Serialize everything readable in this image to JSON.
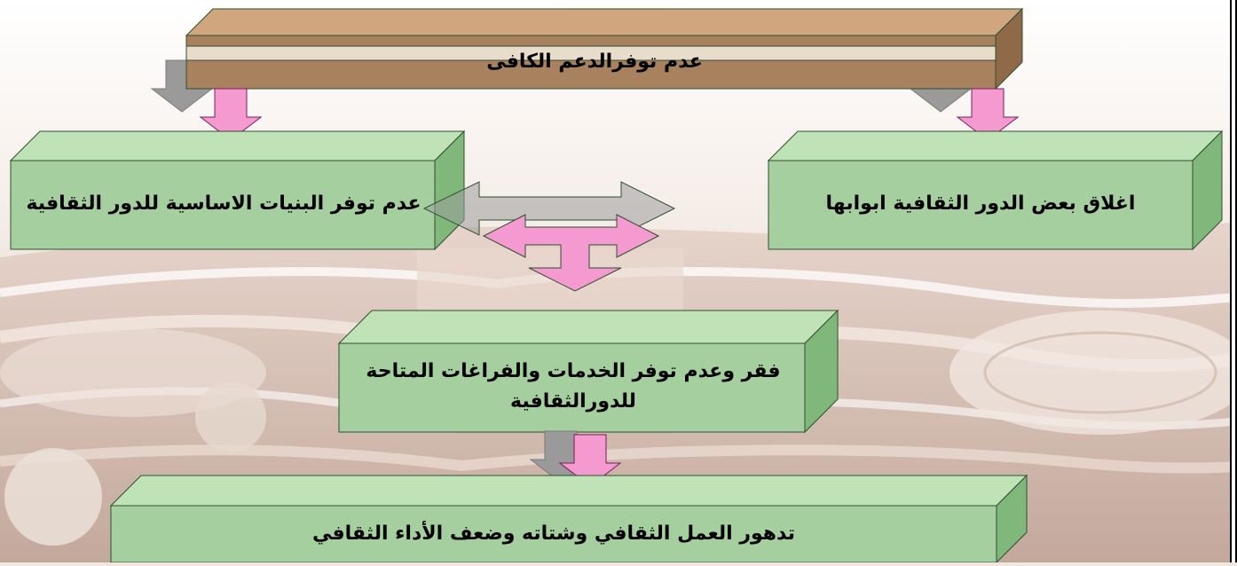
{
  "diagram": {
    "top_bar": {
      "text": "عدم توفرالدعم الكافى"
    },
    "left_box": {
      "text": "عدم توفر البنيات الاساسية للدور الثقافية"
    },
    "right_box": {
      "text": "اغلاق بعض الدور الثقافية ابوابها"
    },
    "middle_box": {
      "text": "فقر وعدم توفر  الخدمات والفراغات المتاحة للدورالثقافية"
    },
    "bottom_box": {
      "text": "تدهور العمل الثقافي وشتاته وضعف الأداء الثقافي"
    }
  },
  "colors": {
    "box_front": "#a5cf9f",
    "box_top": "#bfe3b7",
    "box_side": "#7fb87a",
    "bar_front": "#a8825f",
    "bar_top": "#cfa67e",
    "bar_stripe": "#e8dccb",
    "arrow_fill": "#f49ad0",
    "arrow_shadow": "#9a9a9a"
  }
}
